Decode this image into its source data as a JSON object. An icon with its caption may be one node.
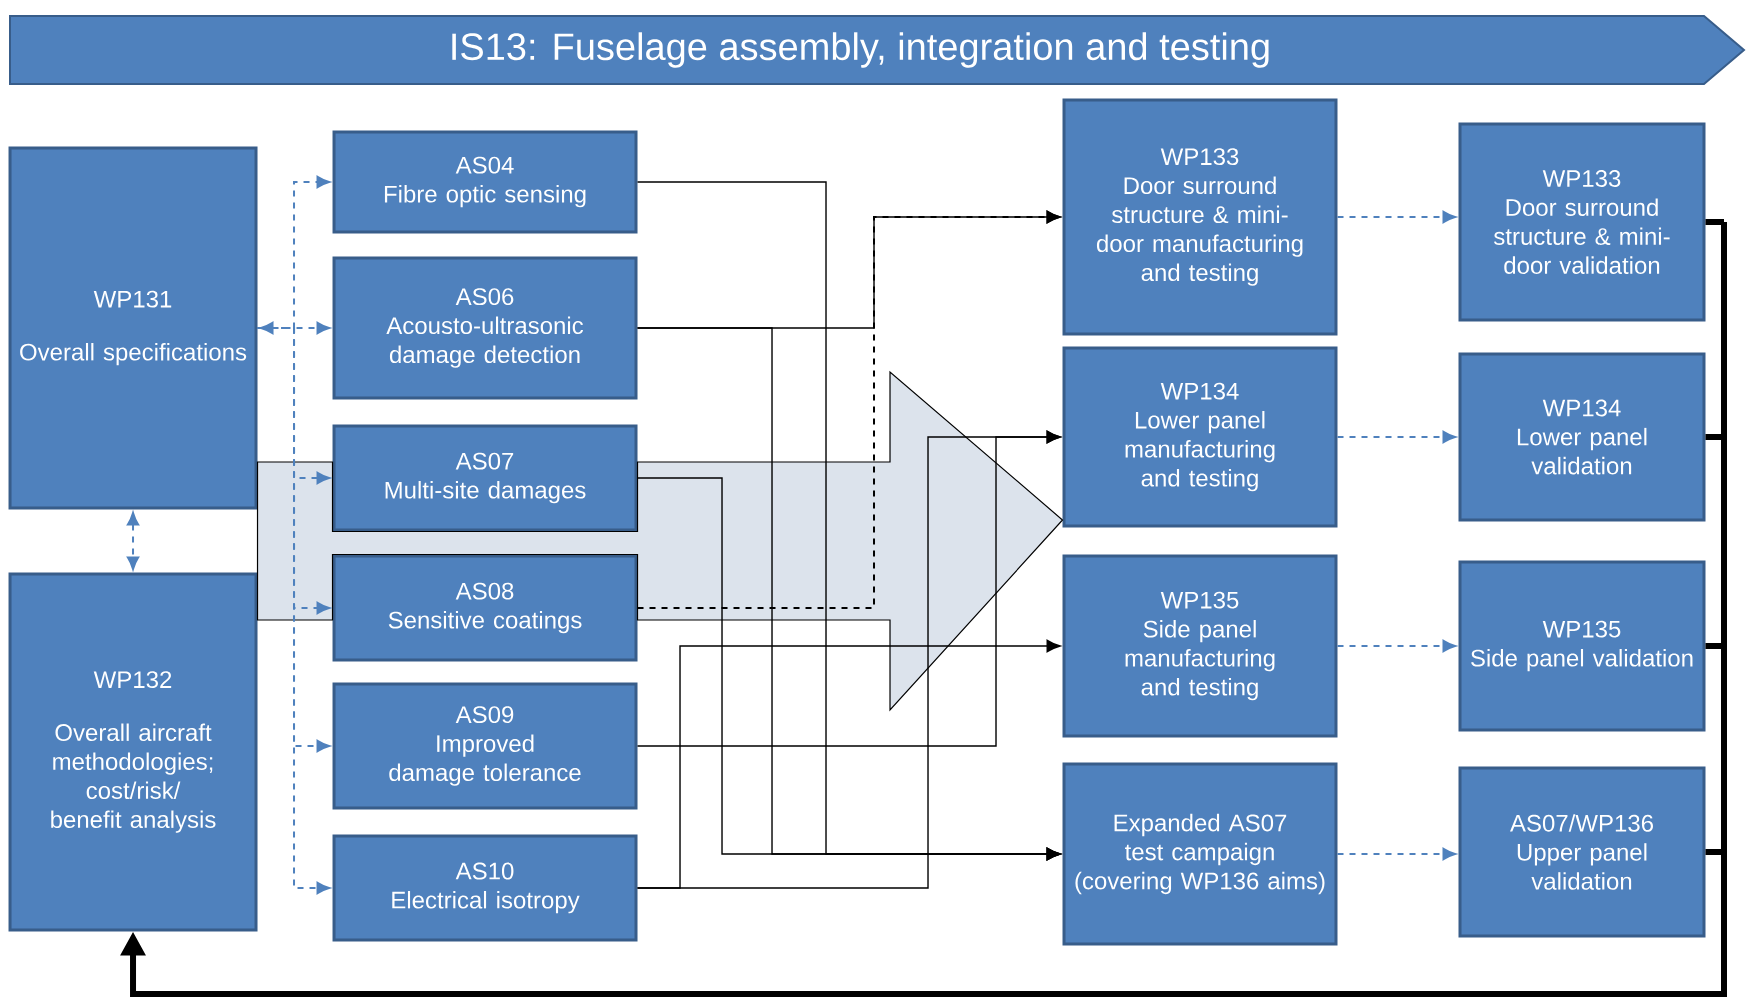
{
  "diagram": {
    "title": "IS13: Fuselage assembly, integration and testing",
    "nodes": [
      {
        "text": [
          "WP131",
          "Overall specifications"
        ]
      },
      {
        "text": [
          "WP132",
          "Overall aircraft methodologies; cost/risk/ benefit analysis"
        ]
      },
      {
        "text": [
          "AS04",
          "Fibre optic sensing"
        ]
      },
      {
        "text": [
          "AS06",
          "Acousto-ultrasonic damage detection"
        ]
      },
      {
        "text": [
          "AS07",
          "Multi-site damages"
        ]
      },
      {
        "text": [
          "AS08",
          "Sensitive coatings"
        ]
      },
      {
        "text": [
          "AS09",
          "Improved damage tolerance"
        ]
      },
      {
        "text": [
          "AS10",
          "Electrical isotropy"
        ]
      },
      {
        "text": [
          "WP133",
          "Door surround structure & mini-door manufacturing and testing"
        ]
      },
      {
        "text": [
          "WP134",
          "Lower panel manufacturing and testing"
        ]
      },
      {
        "text": [
          "WP135",
          "Side panel manufacturing and testing"
        ]
      },
      {
        "text": [
          "Expanded AS07 test campaign (covering WP136 aims)"
        ]
      },
      {
        "text": [
          "WP133",
          "Door surround structure & mini-door validation"
        ]
      },
      {
        "text": [
          "WP134",
          "Lower panel validation"
        ]
      },
      {
        "text": [
          "WP135",
          "Side panel validation"
        ]
      },
      {
        "text": [
          "AS07/WP136",
          "Upper panel validation"
        ]
      }
    ],
    "edges": [
      {
        "from": 0,
        "to": 9,
        "arrow": "to"
      },
      {
        "from": 0,
        "to": 1,
        "arrow": "both",
        "style": "dashed",
        "color": "#4f81bd"
      },
      {
        "from": 0,
        "to": 2,
        "arrow": "to",
        "style": "dashed",
        "color": "#4f81bd"
      },
      {
        "from": 0,
        "to": 3,
        "arrow": "both",
        "style": "dashed",
        "color": "#4f81bd"
      },
      {
        "from": 0,
        "to": 4,
        "arrow": "to",
        "style": "dashed",
        "color": "#4f81bd"
      },
      {
        "from": 0,
        "to": 5,
        "arrow": "to",
        "style": "dashed",
        "color": "#4f81bd"
      },
      {
        "from": 0,
        "to": 6,
        "arrow": "to",
        "style": "dashed",
        "color": "#4f81bd"
      },
      {
        "from": 0,
        "to": 7,
        "arrow": "to",
        "style": "dashed",
        "color": "#4f81bd"
      },
      {
        "from": 2,
        "to": 11,
        "arrow": "to"
      },
      {
        "from": 3,
        "to": 11,
        "arrow": "to"
      },
      {
        "from": 4,
        "to": 11,
        "arrow": "to"
      },
      {
        "from": 3,
        "to": 8,
        "arrow": "to"
      },
      {
        "from": 5,
        "to": 8,
        "arrow": "to",
        "style": "dashed"
      },
      {
        "from": 6,
        "to": 9,
        "arrow": "to"
      },
      {
        "from": 7,
        "to": 9,
        "arrow": "to"
      },
      {
        "from": 7,
        "to": 10,
        "arrow": "to"
      },
      {
        "from": 8,
        "to": 12,
        "arrow": "to",
        "style": "dashed",
        "color": "#4f81bd"
      },
      {
        "from": 9,
        "to": 13,
        "arrow": "to",
        "style": "dashed",
        "color": "#4f81bd"
      },
      {
        "from": 10,
        "to": 14,
        "arrow": "to",
        "style": "dashed",
        "color": "#4f81bd"
      },
      {
        "from": 11,
        "to": 15,
        "arrow": "to",
        "style": "dashed",
        "color": "#4f81bd"
      },
      {
        "from": 12,
        "to": 1,
        "arrow": "to",
        "style": "thick"
      },
      {
        "from": 13,
        "to": 1,
        "arrow": "to",
        "style": "thick"
      },
      {
        "from": 14,
        "to": 1,
        "arrow": "to",
        "style": "thick"
      },
      {
        "from": 15,
        "to": 1,
        "arrow": "to",
        "style": "thick"
      }
    ]
  }
}
